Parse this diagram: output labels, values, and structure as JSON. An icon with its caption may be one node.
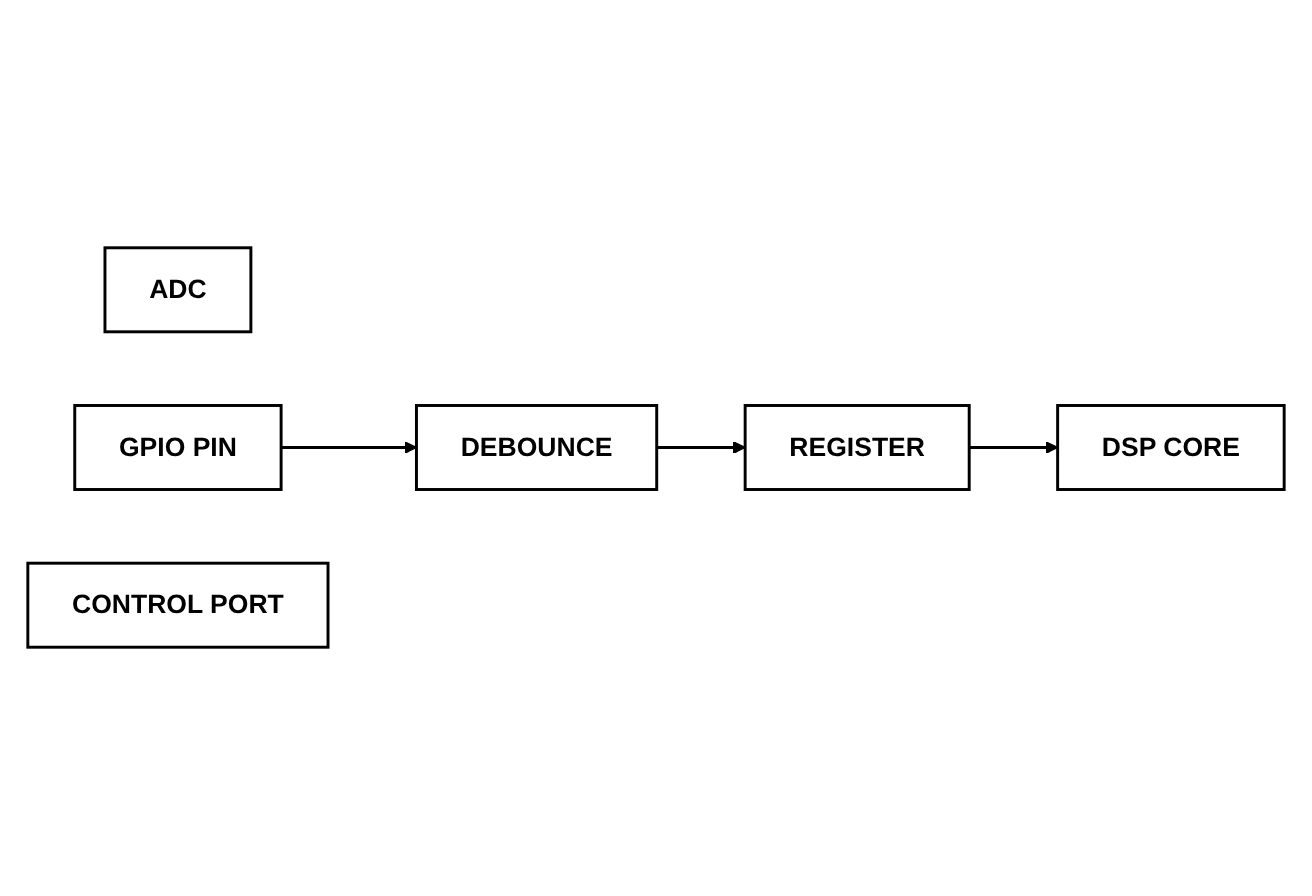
{
  "diagram": {
    "nodes": [
      {
        "text": [
          "ADC"
        ]
      },
      {
        "text": [
          "DEBOUNCE"
        ]
      },
      {
        "text": [
          "GPIO PIN"
        ]
      },
      {
        "text": [
          "REGISTER"
        ]
      },
      {
        "text": [
          "DSP CORE"
        ]
      },
      {
        "text": [
          "CONTROL PORT"
        ]
      }
    ],
    "edges": [
      {
        "from": 2,
        "to": 1,
        "arrow": "to"
      },
      {
        "from": 1,
        "to": 3,
        "arrow": "to"
      },
      {
        "from": 3,
        "to": 4,
        "arrow": "to"
      }
    ]
  }
}
